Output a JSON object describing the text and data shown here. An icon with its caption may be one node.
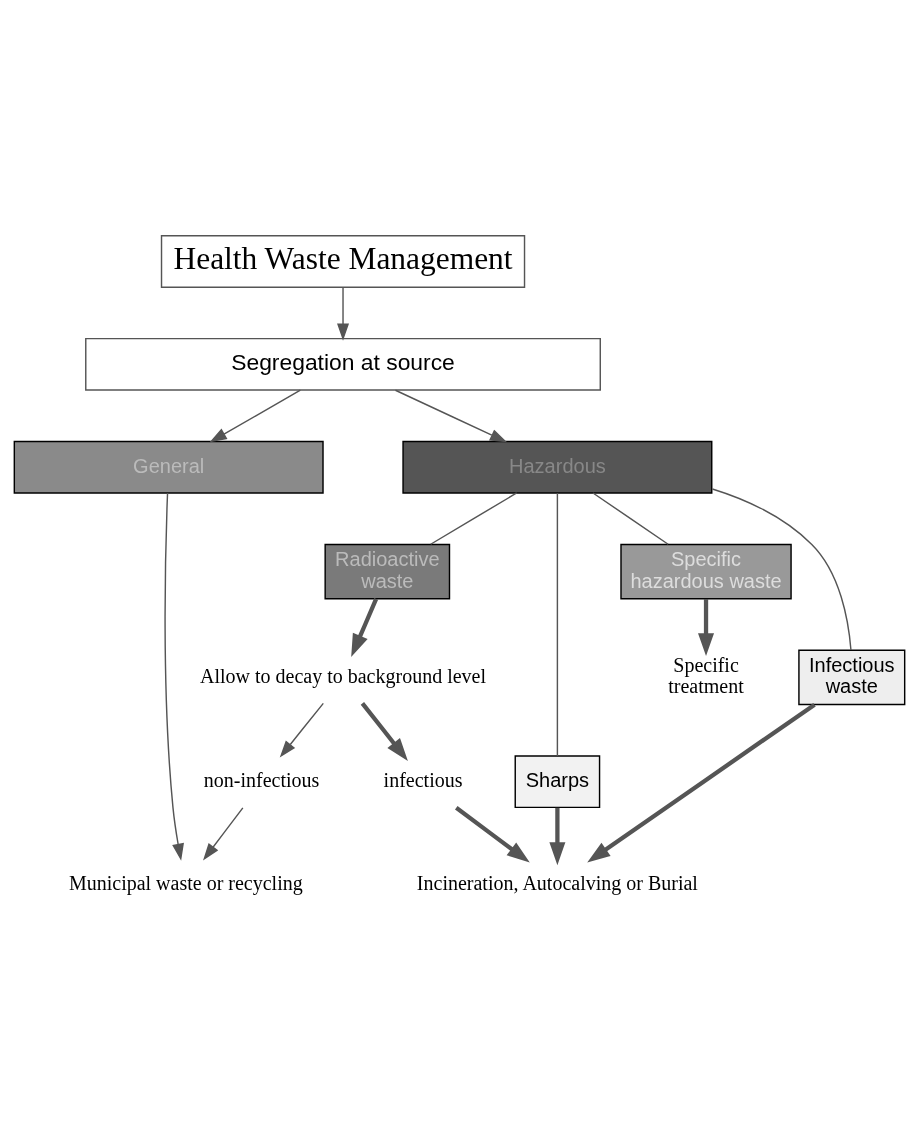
{
  "diagram": {
    "nodes": [
      {
        "text": [
          "Health Waste Management"
        ]
      },
      {
        "text": [
          "Segregation at source"
        ]
      },
      {
        "text": [
          "General"
        ]
      },
      {
        "text": [
          "Hazardous"
        ]
      },
      {
        "text": [
          "Municipal waste or recycling"
        ]
      },
      {
        "text": [
          "Infectious waste"
        ]
      },
      {
        "text": [
          "Radioactive waste"
        ]
      },
      {
        "text": [
          "Sharps"
        ]
      },
      {
        "text": [
          "Specific hazardous waste"
        ]
      },
      {
        "text": [
          "Allow to decay to background level"
        ]
      },
      {
        "text": [
          "infectious"
        ]
      },
      {
        "text": [
          "non-infectious"
        ]
      },
      {
        "text": [
          "Incineration, Autocalving or Burial"
        ]
      },
      {
        "text": [
          "Specific treatment"
        ]
      }
    ],
    "edges": [
      {
        "from": 0,
        "to": 1,
        "arrow": "to"
      },
      {
        "from": 1,
        "to": 2,
        "arrow": "to"
      },
      {
        "from": 1,
        "to": 3,
        "arrow": "to"
      },
      {
        "from": 3,
        "to": 5,
        "arrow": "none"
      },
      {
        "from": 3,
        "to": 6,
        "arrow": "none"
      },
      {
        "from": 3,
        "to": 8,
        "arrow": "none"
      },
      {
        "from": 3,
        "to": 7,
        "arrow": "none"
      },
      {
        "from": 2,
        "to": 4,
        "arrow": "to"
      },
      {
        "from": 11,
        "to": 4,
        "arrow": "to"
      },
      {
        "from": 6,
        "to": 9,
        "arrow": "to",
        "style": "thick"
      },
      {
        "from": 8,
        "to": 13,
        "arrow": "to",
        "style": "thick"
      },
      {
        "from": 9,
        "to": 10,
        "arrow": "to",
        "style": "thick"
      },
      {
        "from": 9,
        "to": 11,
        "arrow": "to"
      },
      {
        "from": 10,
        "to": 12,
        "arrow": "to",
        "style": "thick"
      },
      {
        "from": 5,
        "to": 12,
        "arrow": "to",
        "style": "thick"
      },
      {
        "from": 7,
        "to": 12,
        "arrow": "to",
        "style": "thick"
      }
    ]
  }
}
